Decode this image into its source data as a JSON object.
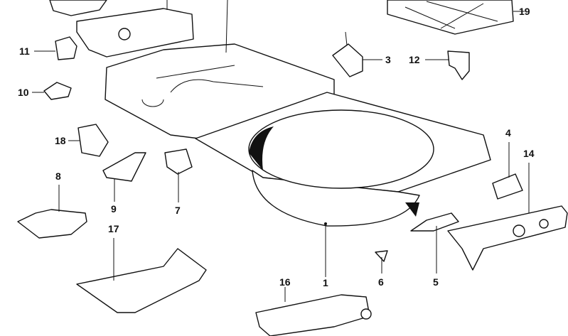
{
  "diagram": {
    "type": "exploded parts diagram",
    "callouts": [
      "19",
      "11",
      "3",
      "12",
      "10",
      "18",
      "4",
      "14",
      "8",
      "9",
      "7",
      "17",
      "1",
      "6",
      "5",
      "16"
    ]
  }
}
